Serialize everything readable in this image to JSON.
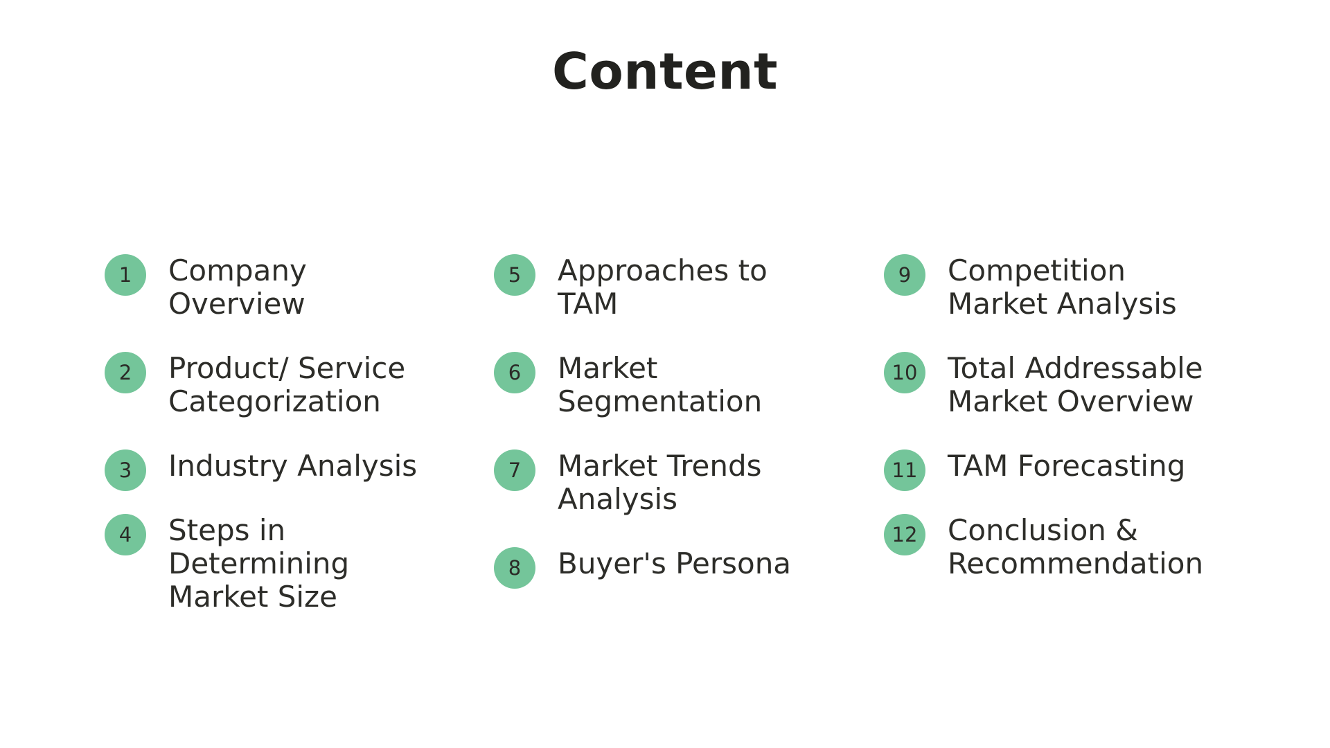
{
  "page": {
    "title": "Content",
    "accent_color": "#74c59a"
  },
  "columns": [
    {
      "items": [
        {
          "number": "1",
          "label": "Company\nOverview"
        },
        {
          "number": "2",
          "label": "Product/ Service\nCategorization"
        },
        {
          "number": "3",
          "label": "Industry Analysis"
        },
        {
          "number": "4",
          "label": "Steps in\nDetermining\nMarket Size"
        }
      ]
    },
    {
      "items": [
        {
          "number": "5",
          "label": "Approaches to\nTAM"
        },
        {
          "number": "6",
          "label": "Market\nSegmentation"
        },
        {
          "number": "7",
          "label": "Market Trends\nAnalysis"
        },
        {
          "number": "8",
          "label": "Buyer's Persona"
        }
      ]
    },
    {
      "items": [
        {
          "number": "9",
          "label": "Competition\nMarket Analysis"
        },
        {
          "number": "10",
          "label": "Total Addressable\nMarket Overview"
        },
        {
          "number": "11",
          "label": "TAM Forecasting"
        },
        {
          "number": "12",
          "label": "Conclusion &\nRecommendation"
        }
      ]
    }
  ]
}
